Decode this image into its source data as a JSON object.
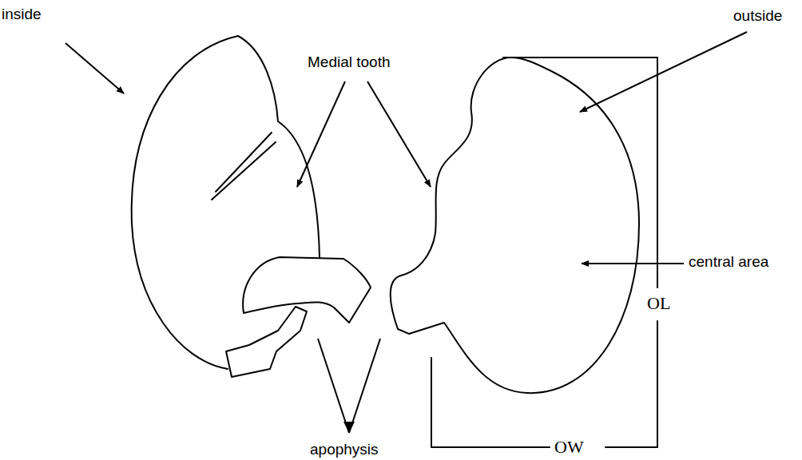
{
  "diagram": {
    "labels": [
      "inside",
      "outside",
      "Medial tooth",
      "central area",
      "OL",
      "apophysis",
      "OW"
    ]
  }
}
